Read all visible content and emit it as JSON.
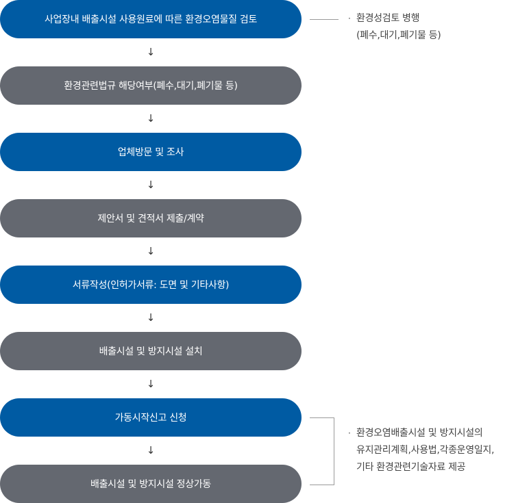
{
  "steps": [
    {
      "label": "사업장내 배출시설 사용원료에 따른 환경오염물질 검토",
      "color": "#005ba3"
    },
    {
      "label": "환경관련법규 해당여부(폐수,대기,폐기물 등)",
      "color": "#646870"
    },
    {
      "label": "업체방문 및 조사",
      "color": "#005ba3"
    },
    {
      "label": "제안서 및 견적서 제출/계약",
      "color": "#646870"
    },
    {
      "label": "서류작성(인허가서류: 도면 및 기타사항)",
      "color": "#005ba3"
    },
    {
      "label": "배출시설 및 방지시설 설치",
      "color": "#646870"
    },
    {
      "label": "가동시작신고 신청",
      "color": "#005ba3"
    },
    {
      "label": "배출시설 및 방지시설 정상가동",
      "color": "#646870"
    }
  ],
  "arrow_glyph": "↓",
  "notes": {
    "top": {
      "bullet": "·",
      "lines": [
        "환경성검토 병행",
        "(폐수,대기,폐기물 등)"
      ]
    },
    "bottom": {
      "bullet": "·",
      "lines": [
        "환경오염배출시설 및 방지시설의",
        "유지관리계획,사용법,각종운영일지,",
        "기타 환경관련기술자료 제공"
      ]
    }
  }
}
